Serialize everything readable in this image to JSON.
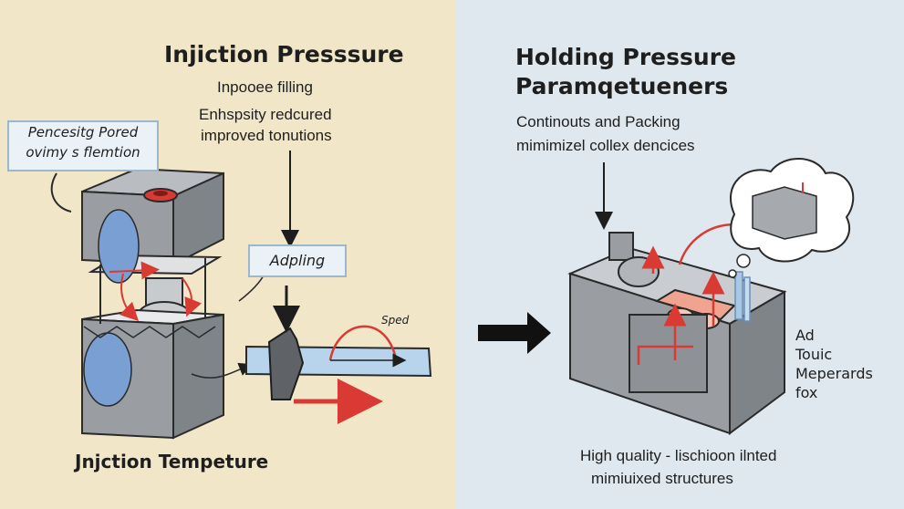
{
  "colors": {
    "left_bg": "#f2e6c8",
    "right_bg": "#dfe8ee",
    "accent_red": "#d93a34",
    "steel": "#8e9499",
    "flow_blue": "#b8d4ec"
  },
  "left": {
    "title": "Injiction Presssure",
    "lines": [
      "Inpooee filling",
      "Enhspsity redcured",
      "improved tonutions"
    ],
    "callout": [
      "Pencesitg Pored",
      "ovimy s flemtion"
    ],
    "adpling": "Adpling",
    "speed_label": "Sped",
    "bottom_title": "Jnjction Tempeture"
  },
  "right": {
    "title": "Holding Pressure",
    "subtitle": "Paramqetueners",
    "lines": [
      "Continouts and Packing",
      "mimimizel collex dencices"
    ],
    "side_labels": [
      "Ad",
      "Touic",
      "Meperards",
      "fox"
    ],
    "bottom_lines": [
      "High quality - lischioon ilnted",
      "mimiuixed structures"
    ]
  },
  "icons": [
    "mold-press-icon",
    "injection-nozzle-icon",
    "speed-curve-icon",
    "transition-arrow-icon",
    "packed-mold-icon",
    "thought-cloud-icon"
  ]
}
